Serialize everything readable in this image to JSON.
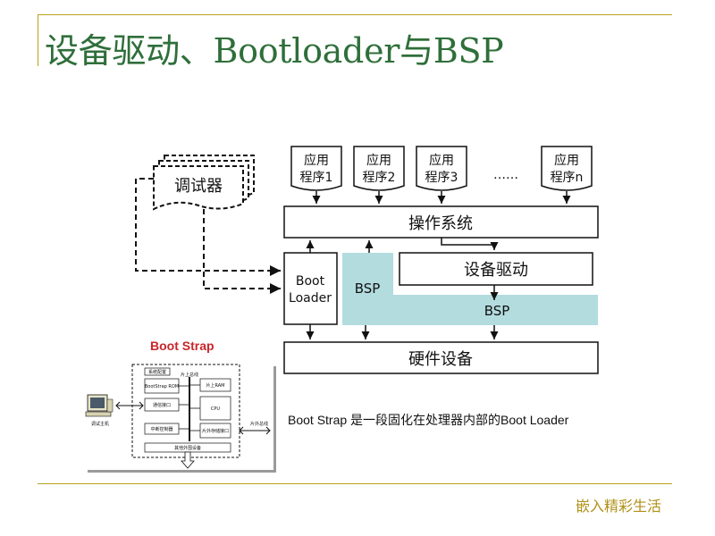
{
  "page": {
    "title": "设备驱动、Bootloader与BSP",
    "footer": "嵌入精彩生活"
  },
  "diagram": {
    "debugger": "调试器",
    "apps": [
      {
        "line1": "应用",
        "line2": "程序1"
      },
      {
        "line1": "应用",
        "line2": "程序2"
      },
      {
        "line1": "应用",
        "line2": "程序3"
      },
      {
        "line1": "应用",
        "line2": "程序n"
      }
    ],
    "ellipsis": "……",
    "os": "操作系统",
    "device_driver": "设备驱动",
    "bootloader": {
      "line1": "Boot",
      "line2": "Loader"
    },
    "bsp_left": "BSP",
    "bsp_right": "BSP",
    "hardware": "硬件设备",
    "caption": "Boot  Strap 是一段固化在处理器内部的Boot Loader"
  },
  "bootstrap_figure": {
    "title": "Boot Strap",
    "host_label": "调试主机",
    "bus_label": "片外总线",
    "blocks": {
      "top_small": "系统配置",
      "onchip_bus": "片上总线",
      "bootstrap_rom": "BootStrap ROM",
      "onchip_ram": "片上RAM",
      "comm_port": "通信接口",
      "cpu": "CPU",
      "interrupt_ctrl": "中断控制器",
      "offchip_mem": "片外存储接口",
      "other_peripherals": "其他外围设备"
    }
  },
  "colors": {
    "title": "#2f6f3a",
    "rule": "#b8a11e",
    "bsp_fill": "#b3dcdf",
    "footer": "#b09017",
    "bootstrap_title": "#c8262b"
  }
}
